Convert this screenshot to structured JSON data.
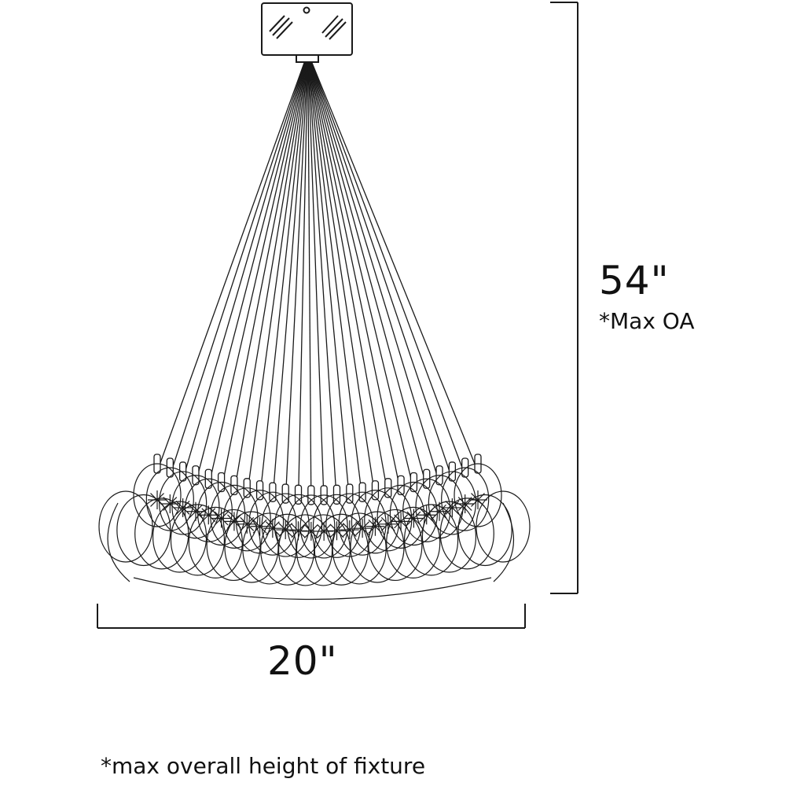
{
  "dimensions": {
    "height": "54\"",
    "height_note": "*Max OA",
    "width": "20\""
  },
  "footnote": "*max overall height of fixture",
  "colors": {
    "line": "#1a1a1a",
    "background": "#ffffff"
  },
  "icons": {
    "fixture": "chandelier-line-drawing"
  }
}
